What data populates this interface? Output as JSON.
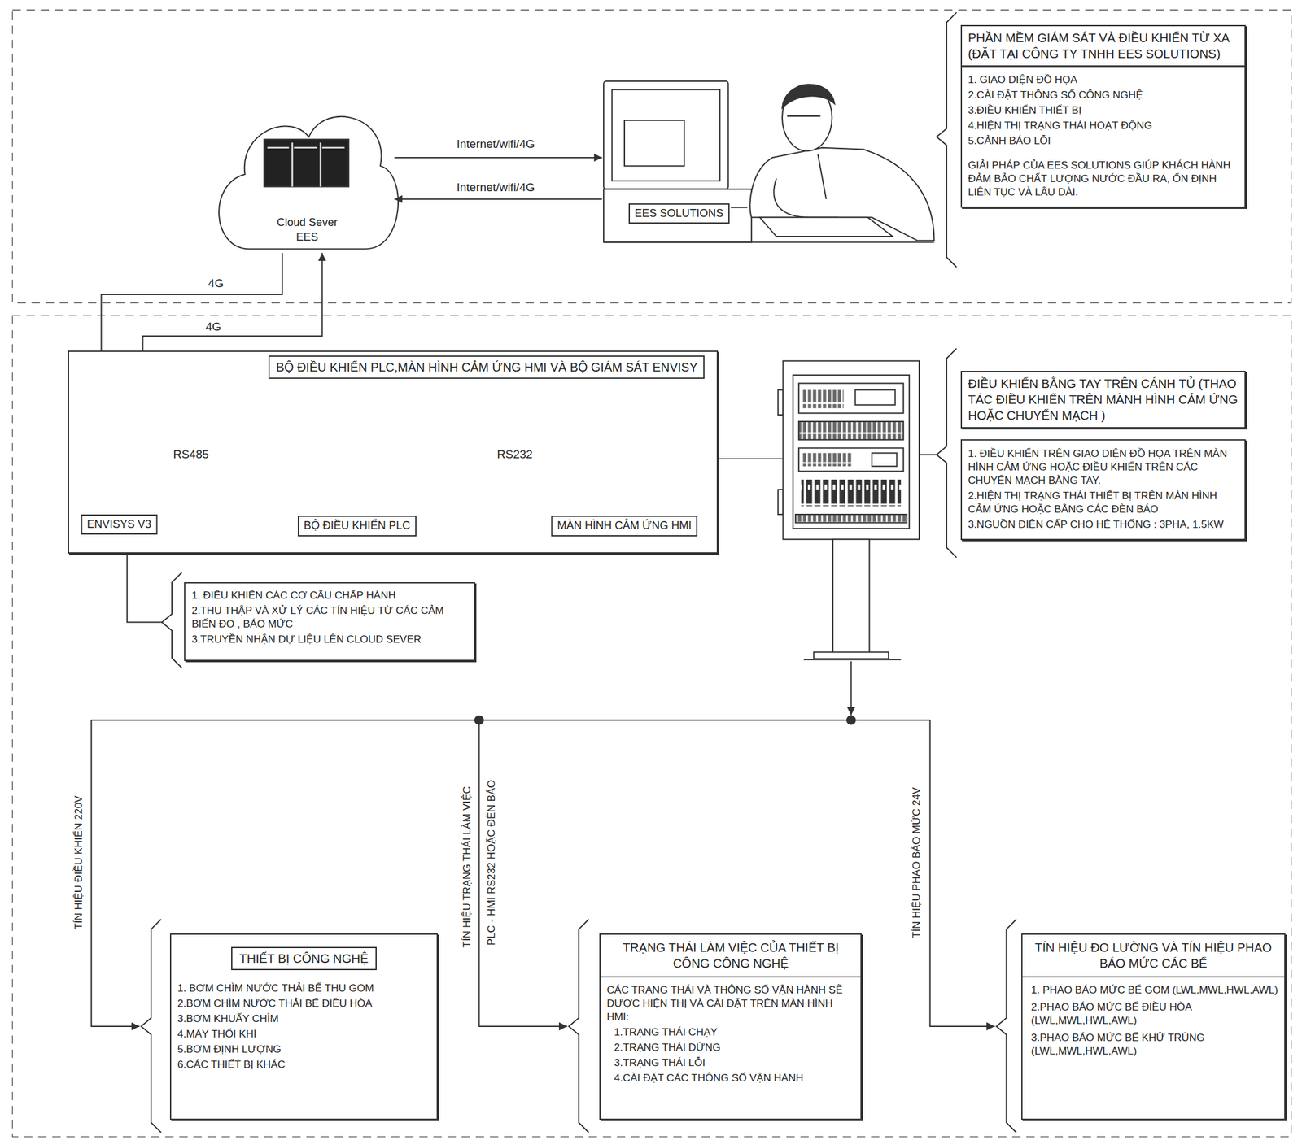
{
  "diagram": {
    "nodes": [
      {
        "text": [
          "PHẦN MỀM GIÁM SÁT VÀ ĐIỀU KHIỂN TỪ XA (ĐẶT TẠI CÔNG TY TNHH EES SOLUTIONS)",
          "1. GIAO DIỆN ĐỒ HỌA",
          "2.CÀI ĐẶT THÔNG SỐ CÔNG NGHỆ",
          "3.ĐIỀU KHIỂN THIẾT BỊ",
          "4.HIỆN THỊ TRẠNG THÁI HOẠT ĐỘNG",
          "5.CẢNH BÁO LỖI",
          "GIẢI PHÁP CỦA EES SOLUTIONS GIÚP KHÁCH HÀNH ĐẢM BẢO CHẤT LƯỢNG NƯỚC ĐẦU RA, ỔN ĐỊNH LIÊN TỤC VÀ LÂU DÀI."
        ]
      },
      {
        "text": [
          "Cloud Sever",
          "EES"
        ]
      },
      {
        "text": [
          "EES SOLUTIONS"
        ]
      },
      {
        "text": [
          "BỘ ĐIỀU KHIỂN PLC,MÀN HÌNH CẢM ỨNG HMI VÀ BỘ GIÁM SÁT ENVISY"
        ]
      },
      {
        "text": [
          "ENVISYS V3"
        ],
        "in": 3
      },
      {
        "text": [
          "BỘ ĐIỀU KHIỂN PLC"
        ],
        "in": 3
      },
      {
        "text": [
          "MÀN HÌNH CẢM ỨNG HMI"
        ],
        "in": 3
      },
      {
        "text": [
          "ĐIỀU KHIỂN BẰNG TAY TRÊN CÁNH TỦ (THAO TÁC ĐIỀU KHIỂN TRÊN MÀNH HÌNH CẢM ỨNG HOẶC CHUYỂN MẠCH )",
          "1. ĐIỀU KHIỂN TRÊN GIAO DIỆN ĐỒ HỌA TRÊN MÀN HÌNH CẢM ỨNG HOẶC ĐIỀU KHIỂN TRÊN CÁC CHUYỂN MẠCH BẰNG TAY.",
          "2.HIỆN THỊ TRẠNG THÁI THIẾT BỊ TRÊN MÀN HÌNH CẢM ỨNG HOẶC BẰNG CÁC ĐÈN BÁO",
          "3.NGUỒN ĐIỆN CẤP CHO HỆ THỐNG : 3PHA, 1.5KW"
        ]
      },
      {
        "text": [
          "1. ĐIỀU KHIỂN CÁC CƠ CẤU CHẤP HÀNH",
          "2.THU THẬP VÀ XỬ LÝ CÁC TÍN HIỆU TỪ CÁC CẢM BIẾN ĐO , BÁO MỨC",
          "3.TRUYỀN NHẬN DỰ LIỆU LÊN CLOUD SEVER"
        ]
      },
      {
        "text": [
          "THIẾT BỊ CÔNG NGHỆ",
          "1. BƠM CHÌM NƯỚC THẢI BỂ THU GOM",
          "2.BƠM CHÌM NƯỚC THẢI BỂ ĐIỀU HÒA",
          "3.BƠM KHUẤY CHÌM",
          "4.MÁY THỔI KHÍ",
          "5.BƠM ĐỊNH LƯỢNG",
          "6.CÁC THIẾT BỊ KHÁC"
        ]
      },
      {
        "text": [
          "TRẠNG THÁI LÀM VIỆC CỦA THIẾT BỊ CÔNG CÔNG NGHỆ",
          "CÁC TRẠNG THÁI VÀ THÔNG SỐ VẬN HÀNH SẼ ĐƯỢC HIỆN THỊ VÀ CÀI ĐẶT TRÊN MÀN HÌNH HMI:",
          "1.TRẠNG THÁI CHẠY",
          "2.TRẠNG THÁI DỪNG",
          "3.TRẠNG THÁI LỖI",
          "4.CÀI ĐẶT CÁC THÔNG SỐ VẬN HÀNH"
        ]
      },
      {
        "text": [
          "TÍN HIỆU ĐO LƯỜNG VÀ TÍN HIỆU PHAO BÁO MỨC CÁC BỂ",
          "1. PHAO BÁO MỨC BỂ GOM (LWL,MWL,HWL,AWL)",
          "2.PHAO BÁO MỨC BỂ ĐIỀU HÒA (LWL,MWL,HWL,AWL)",
          "3.PHAO BÁO MỨC BỂ KHỬ TRÙNG (LWL,MWL,HWL,AWL)"
        ]
      }
    ],
    "edges": [
      {
        "from": 1,
        "to": 2,
        "label": "Internet/wifi/4G",
        "arrow": "to"
      },
      {
        "from": 2,
        "to": 1,
        "label": "Internet/wifi/4G",
        "arrow": "to"
      },
      {
        "from": 1,
        "to": 4,
        "label": "4G",
        "arrow": "to"
      },
      {
        "from": 4,
        "to": 1,
        "label": "4G",
        "arrow": "to"
      },
      {
        "from": 5,
        "to": 4,
        "label": "RS485",
        "arrow": "both"
      },
      {
        "from": 6,
        "to": 5,
        "label": "RS232",
        "arrow": "both"
      }
    ],
    "labels": [
      "TÍN HIỆU ĐIỀU KHIỂN 220V",
      "TÍN HIỆU TRẠNG THÁI LÀM VIỆC",
      "PLC - HMI RS232 HOẶC ĐÈN BÁO",
      "TÍN HIỆU PHAO BÁO MỨC 24V"
    ]
  }
}
